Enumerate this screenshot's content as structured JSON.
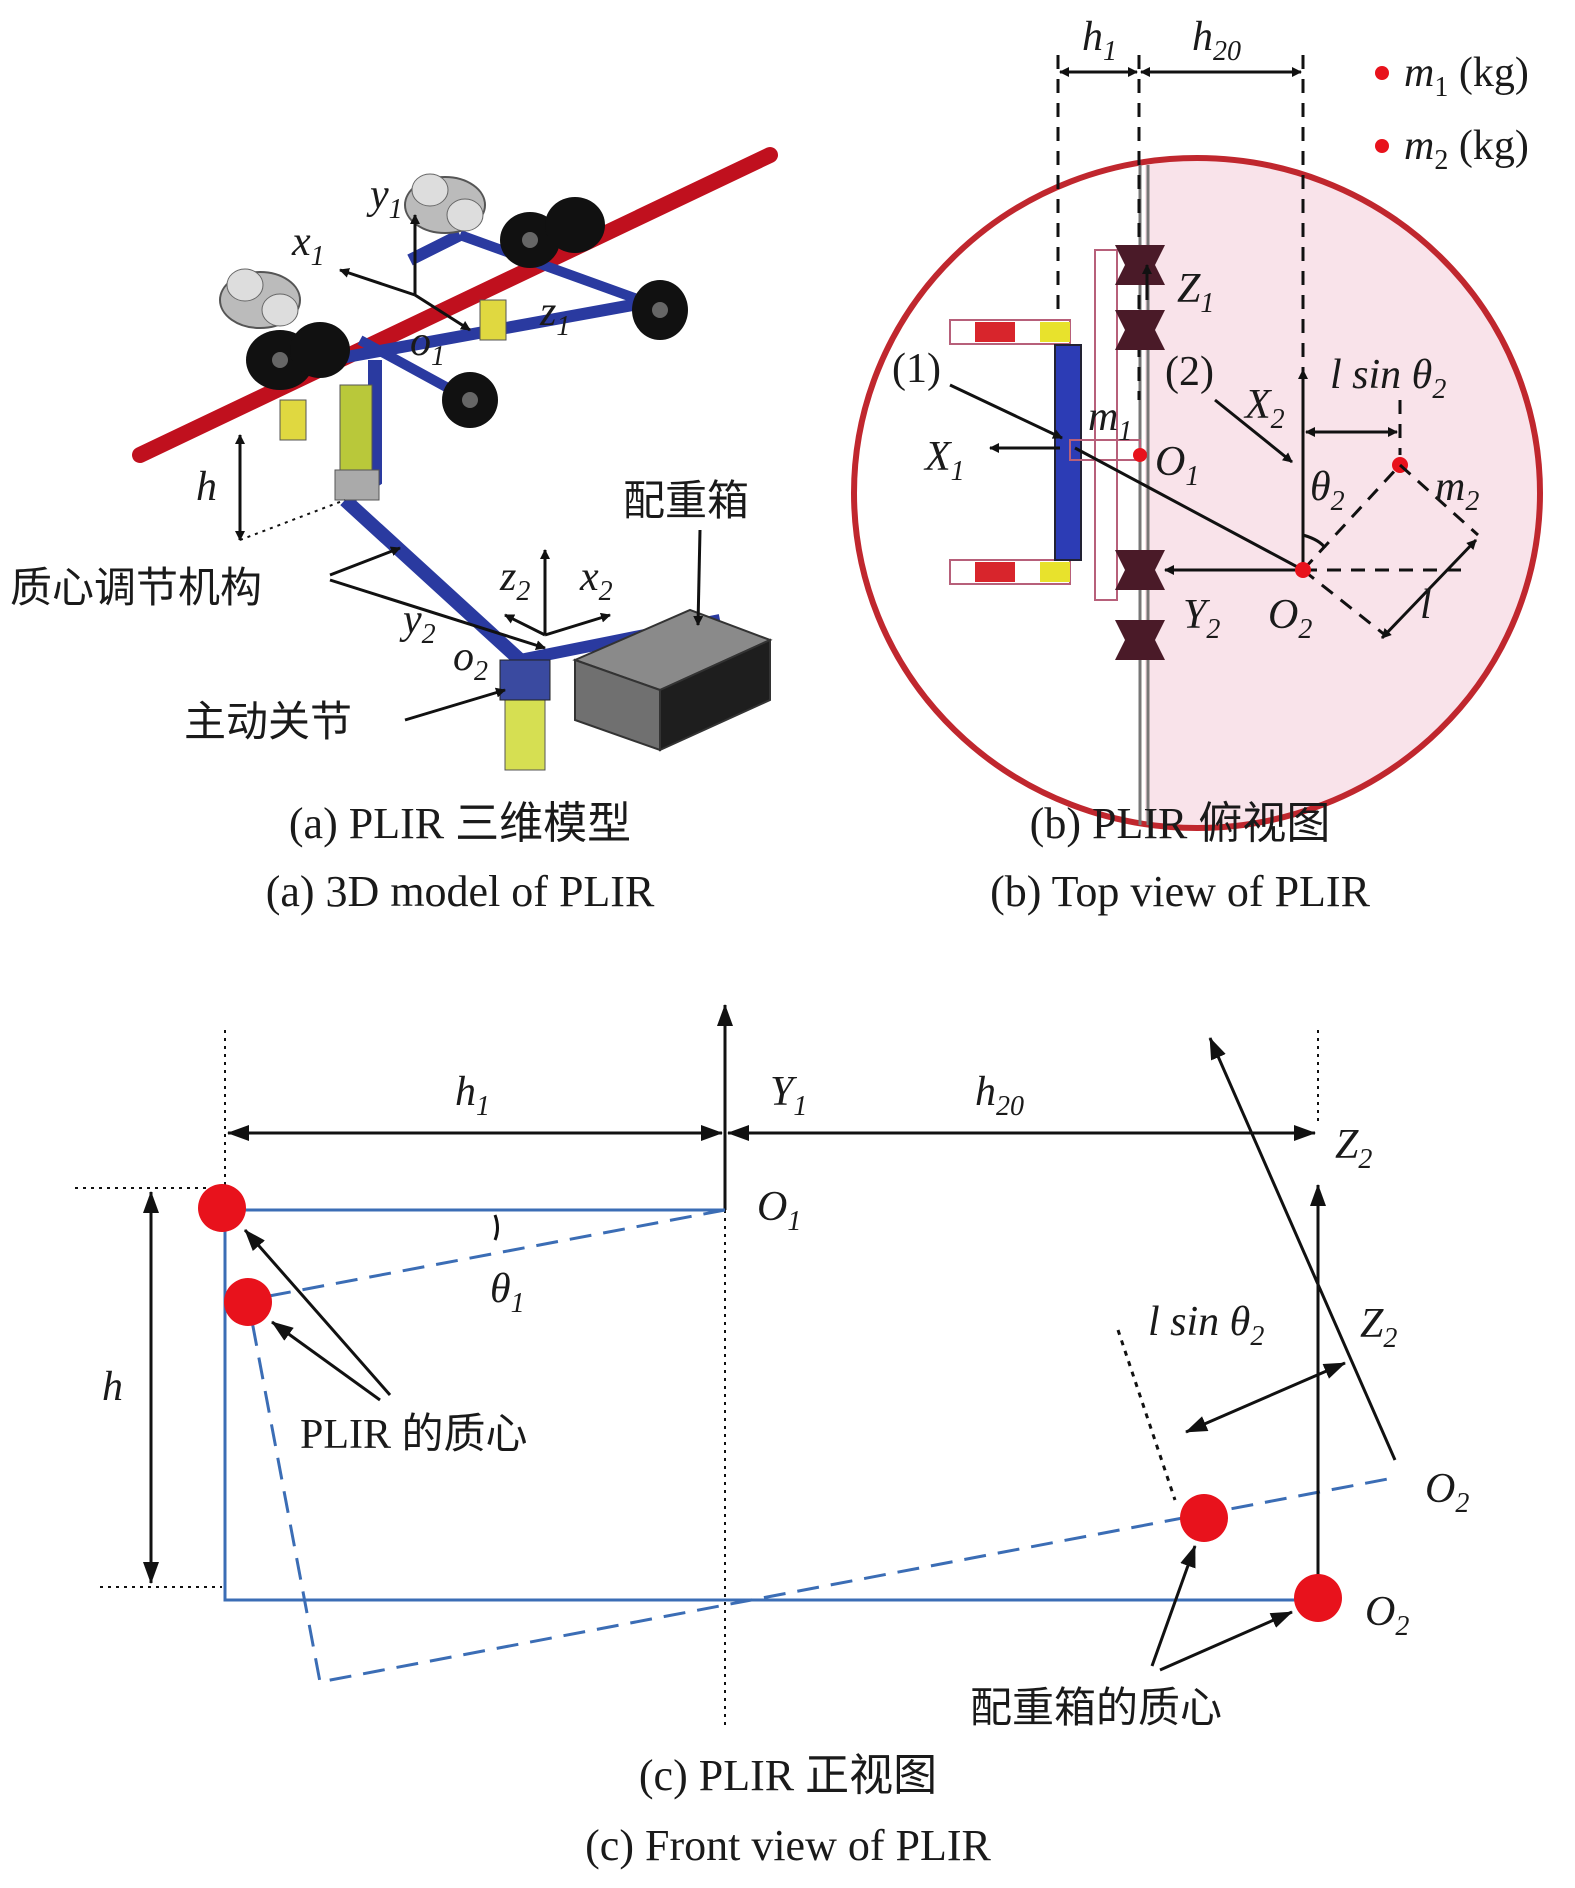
{
  "panel_a": {
    "axis_x1": "x",
    "axis_y1": "y",
    "axis_z1": "z",
    "axis_o1": "o",
    "sub1": "1",
    "axis_x2": "x",
    "axis_y2": "y",
    "axis_z2": "z",
    "axis_o2": "o",
    "sub2": "2",
    "label_h": "h",
    "label_counterweight": "配重箱",
    "label_mass_adjust": "质心调节机构",
    "label_active_joint": "主动关节",
    "caption_cn": "(a) PLIR 三维模型",
    "caption_en": "(a) 3D model of PLIR"
  },
  "panel_b": {
    "dim_h1": "h",
    "dim_h1_sub": "1",
    "dim_h20": "h",
    "dim_h20_sub": "20",
    "legend": [
      {
        "sym": "m",
        "sub": "1",
        "unit": " (kg)"
      },
      {
        "sym": "m",
        "sub": "2",
        "unit": " (kg)"
      }
    ],
    "Z1": "Z",
    "Z1_sub": "1",
    "marker1": "(1)",
    "marker2": "(2)",
    "m1": "m",
    "m1_sub": "1",
    "X1": "X",
    "X1_sub": "1",
    "O1": "O",
    "O1_sub": "1",
    "X2": "X",
    "X2_sub": "2",
    "lsin": "l sin θ",
    "lsin_sub": "2",
    "theta2": "θ",
    "theta2_sub": "2",
    "m2": "m",
    "m2_sub": "2",
    "Y2": "Y",
    "Y2_sub": "2",
    "O2": "O",
    "O2_sub": "2",
    "l": "l",
    "caption_cn": "(b) PLIR 俯视图",
    "caption_en": "(b) Top view of PLIR"
  },
  "panel_c": {
    "h1": "h",
    "h1_sub": "1",
    "Y1": "Y",
    "Y1_sub": "1",
    "h20": "h",
    "h20_sub": "20",
    "Z2a": "Z",
    "Z2a_sub": "2",
    "O1": "O",
    "O1_sub": "1",
    "theta1": "θ",
    "theta1_sub": "1",
    "h": "h",
    "lsin": "l sin θ",
    "lsin_sub": "2",
    "Z2b": "Z",
    "Z2b_sub": "2",
    "plir_com": "PLIR 的质心",
    "O2a": "O",
    "O2a_sub": "2",
    "O2b": "O",
    "O2b_sub": "2",
    "cw_com": "配重箱的质心",
    "caption_cn": "(c) PLIR 正视图",
    "caption_en": "(c) Front view of PLIR"
  },
  "colors": {
    "red": "#e8121c",
    "blue": "#3b6db5",
    "pink": "#f9e3ea",
    "cable": "#d42130"
  }
}
